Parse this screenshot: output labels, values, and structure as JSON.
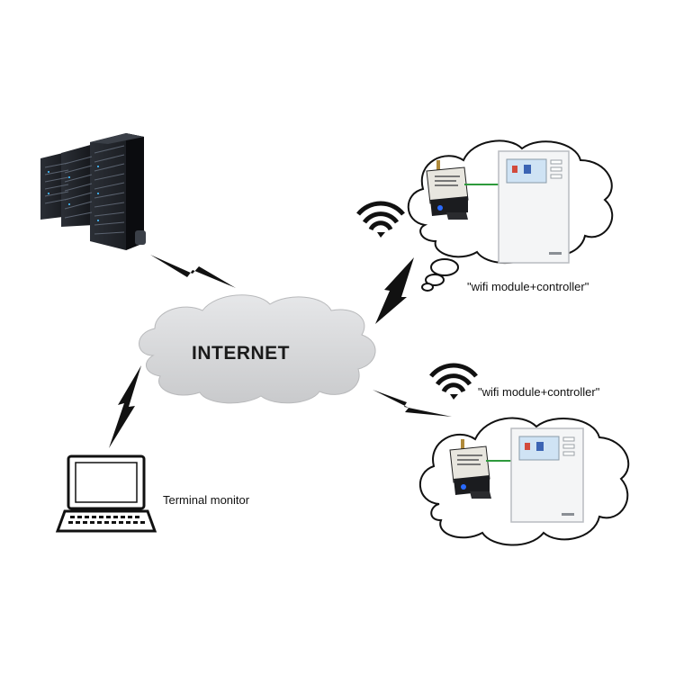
{
  "network": {
    "internet_label": "INTERNET"
  },
  "nodes": {
    "terminal_label": "Terminal monitor",
    "site_1_label": "\"wifi module+controller\"",
    "site_2_label": "\"wifi module+controller\""
  },
  "icons": [
    "server-rack-icon",
    "laptop-icon",
    "wifi-signal-icon",
    "lightning-link-icon",
    "cloud-icon",
    "wifi-module-icon",
    "controller-icon"
  ],
  "colors": {
    "server": "#1c1f24",
    "server_led": "#3fa7e0",
    "link": "#111111",
    "internet_cloud": "#d5d6d8",
    "module_led": "#2a6bff",
    "connector_line": "#2e9a3c",
    "controller_screen": "#cfe3f4"
  }
}
